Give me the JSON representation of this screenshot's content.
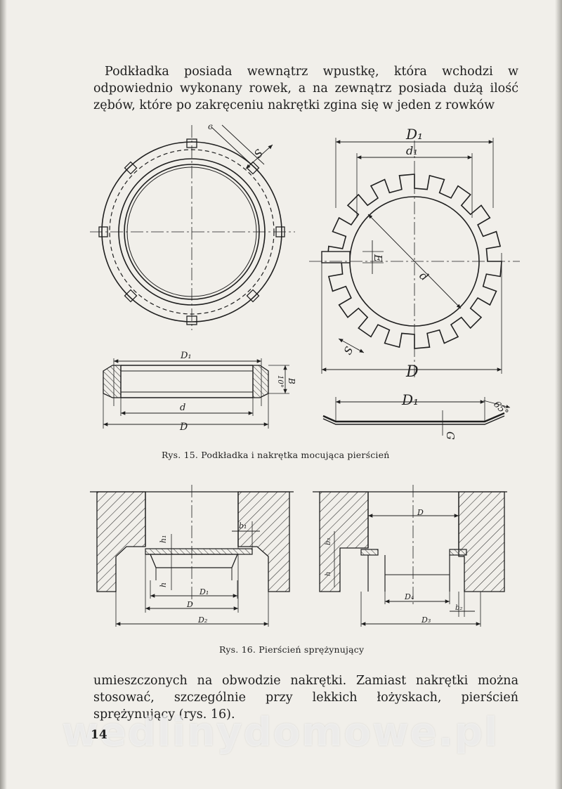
{
  "paragraph_top": "Podkładka posiada wewnątrz wpustkę, która wchodzi w odpowiednio wykonany rowek, a na zewnątrz posiada dużą ilość zębów, które po zakręceniu nakrętki zgina się w jeden z rowków",
  "paragraph_bottom": "umieszczonych na obwodzie nakrętki. Zamiast nakrętki można stosować, szczególnie przy lekkich łożyskach, pierścień sprężynujący (rys. 16).",
  "figure15": {
    "caption": "Rys. 15. Podkładka i nakrętka mocująca pierścień",
    "labels": {
      "s_top": "S",
      "c_top": "c",
      "D1_section": "D₁",
      "d_section": "d",
      "D_section": "D",
      "alpha": "10°",
      "B": "B",
      "D1_washer": "D₁",
      "d1_washer": "d₁",
      "E": "E",
      "d_washer": "d",
      "s_washer": "S",
      "D_washer": "D",
      "D1_bent": "D₁",
      "angle_bent": "65°",
      "G": "G"
    }
  },
  "figure16": {
    "caption": "Rys. 16. Pierścień sprężynujący",
    "labels": {
      "b1": "b₁",
      "h1": "h₁",
      "h": "h",
      "D1": "D₁",
      "D": "D",
      "D2": "D₂",
      "D_right": "D",
      "b3": "b₃",
      "h_right": "h",
      "D4": "D₄",
      "b2": "b₂",
      "D3": "D₃"
    }
  },
  "page_number": "14",
  "watermark": "wedlinydomowe.pl"
}
